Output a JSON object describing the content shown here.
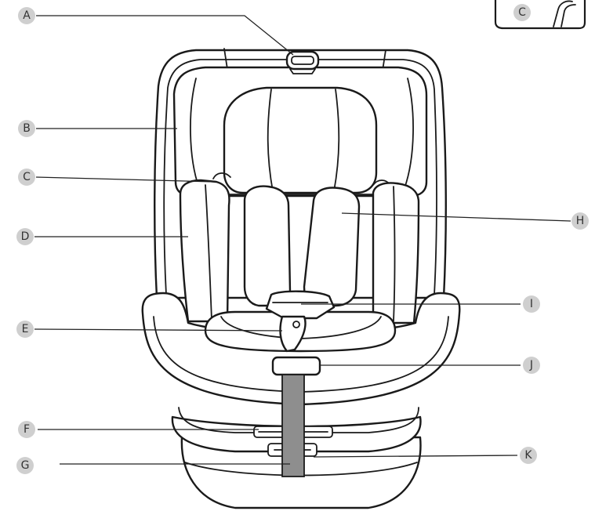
{
  "callouts": [
    {
      "letter": "A"
    },
    {
      "letter": "B"
    },
    {
      "letter": "C"
    },
    {
      "letter": "D"
    },
    {
      "letter": "E"
    },
    {
      "letter": "F"
    },
    {
      "letter": "G"
    },
    {
      "letter": "H"
    },
    {
      "letter": "I"
    },
    {
      "letter": "J"
    },
    {
      "letter": "K"
    }
  ],
  "inset": {
    "letter": "C"
  },
  "colors": {
    "badge": "#cfcfcf",
    "strap": "#8e8e8e",
    "outline": "#1a1a1a"
  }
}
